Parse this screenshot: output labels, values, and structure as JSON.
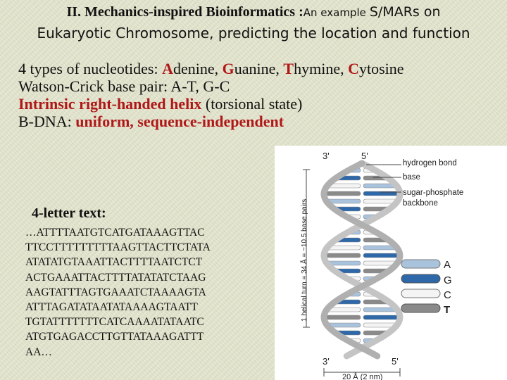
{
  "title": {
    "part1": "II. Mechanics-inspired Bioinformatics :",
    "part2": "An example",
    "part3": "S/MARs on",
    "line2": "Eukaryotic Chromosome, predicting the location and  function"
  },
  "facts": {
    "line1": {
      "prefix": "4 types of nucleotides: ",
      "a": "A",
      "a_rest": "denine, ",
      "g": "G",
      "g_rest": "uanine, ",
      "t": "T",
      "t_rest": "hymine, ",
      "c": "C",
      "c_rest": "ytosine"
    },
    "line2": "Watson-Crick base pair: A-T, G-C",
    "line3": {
      "bold_red": "Intrinsic right-handed helix",
      "rest": " (torsional state)"
    },
    "line4": {
      "prefix": "B-DNA: ",
      "bold_red": "uniform, sequence-independent"
    }
  },
  "sequence": {
    "label": "4-letter text:",
    "lines": [
      "…ATTTTAATGTCATGATAAAGTTAC",
      "TTCCTTTTTTTTTAAGTTACTTCTATA",
      "ATATATGTAAATTACTTTTAATCTCT",
      "ACTGAAATTACTTTTATATATCTAAG",
      "AAGTATTTAGTGAAATCTAAAAGTA",
      "ATTTAGATATAATATAAAAGTAATT",
      "TGTATTTTTTTCATCAAAATATAATC",
      "ATGTGAGACCTTGTTATAAAGATTT",
      "AA…"
    ]
  },
  "figure": {
    "label_3prime_top": "3'",
    "label_5prime_top": "5'",
    "label_3prime_bottom": "3'",
    "label_5prime_bottom": "5'",
    "hydrogen_bond": "hydrogen bond",
    "base": "base",
    "sugar_phosphate_1": "sugar-phosphate",
    "sugar_phosphate_2": "backbone",
    "vertical_label": "1 helical turn = 34 Å = ~10.5 base pairs",
    "width_label": "20 Å (2 nm)",
    "legend": [
      "A",
      "G",
      "C",
      "T"
    ],
    "colors": {
      "A": "#a9c3dd",
      "G": "#2e68a8",
      "C": "#f4f4f4",
      "T": "#8a8a8a",
      "backbone": "#b8b8b8",
      "accent_red": "#b01818"
    }
  }
}
